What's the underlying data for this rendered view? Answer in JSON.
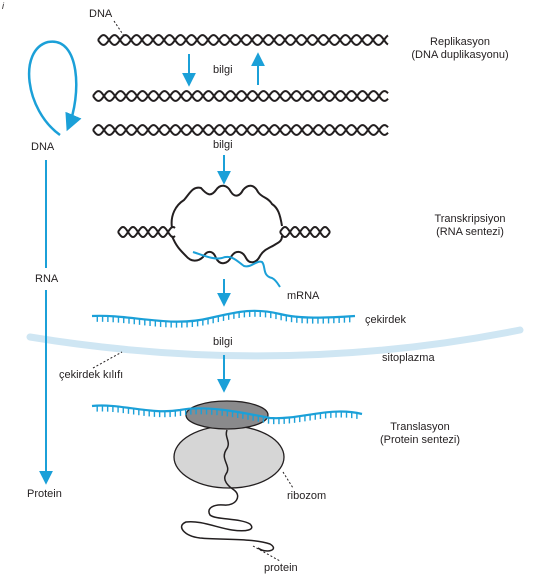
{
  "corner_mark": "i",
  "labels": {
    "dna_top": "DNA",
    "replication_title": "Replikasyon",
    "replication_sub": "(DNA duplikasyonu)",
    "info_1": "bilgi",
    "info_2": "bilgi",
    "info_3": "bilgi",
    "transcription_title": "Transkripsiyon",
    "transcription_sub": "(RNA sentezi)",
    "mrna": "mRNA",
    "nucleus": "çekirdek",
    "cytoplasm": "sitoplazma",
    "nuclear_envelope": "çekirdek kılıfı",
    "translation_title": "Translasyon",
    "translation_sub": "(Protein sentezi)",
    "ribosome": "ribozom",
    "protein_bottom": "protein"
  },
  "flow": {
    "dna": "DNA",
    "rna": "RNA",
    "protein": "Protein"
  },
  "colors": {
    "accent": "#1ba0d8",
    "ink": "#231f20",
    "membrane": "#cfe6f3",
    "ribosome_large": "#8a8a8c",
    "ribosome_small": "#d6d6d6"
  }
}
